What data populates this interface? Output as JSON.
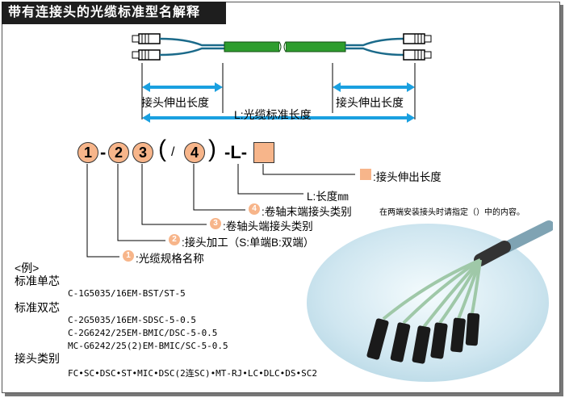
{
  "title": "带有连接头的光缆标准型名解释",
  "diagram": {
    "connector_length_left": "接头伸出长度",
    "connector_length_right": "接头伸出长度",
    "standard_length": "L:光缆标准长度"
  },
  "model_code": {
    "c1": "1",
    "dash1": "-",
    "c2": "2",
    "c3": "3",
    "open_paren": "(",
    "slash": "/",
    "c4": "4",
    "close_paren": ")",
    "dash_l": "-L-"
  },
  "legend": {
    "box_label": ":接头伸出长度",
    "length_label": "L:长度㎜",
    "item4_label": ":卷轴末端接头类别",
    "item4_note": "在两端安装接头时请指定（）中的内容。",
    "item3_label": ":卷轴头端接头类别",
    "item2_label": ":接头加工（S:单端B:双端）",
    "item1_label": ":光缆规格名称",
    "n1": "1",
    "n2": "2",
    "n3": "3",
    "n4": "4"
  },
  "examples": {
    "heading": "<例>",
    "single_title": "标准单芯",
    "single_1": "C-1G5035/16EM-BST/ST-5",
    "dual_title": "标准双芯",
    "dual_1": "C-2G5035/16EM-SDSC-5-0.5",
    "dual_2": "C-2G6242/25EM-BMIC/DSC-5-0.5",
    "dual_3": "MC-G6242/25(2)EM-BMIC/SC-5-0.5",
    "conn_title": "接头类别",
    "conn_list": "FC•SC•DSC•ST•MIC•DSC(2连SC)•MT-RJ•LC•DLC•DS•SC2"
  },
  "colors": {
    "circle": "#f7b58a",
    "arrow": "#1aa0e0",
    "cable": "#2e9d2e",
    "photo_bg": "#cfe6f0"
  }
}
